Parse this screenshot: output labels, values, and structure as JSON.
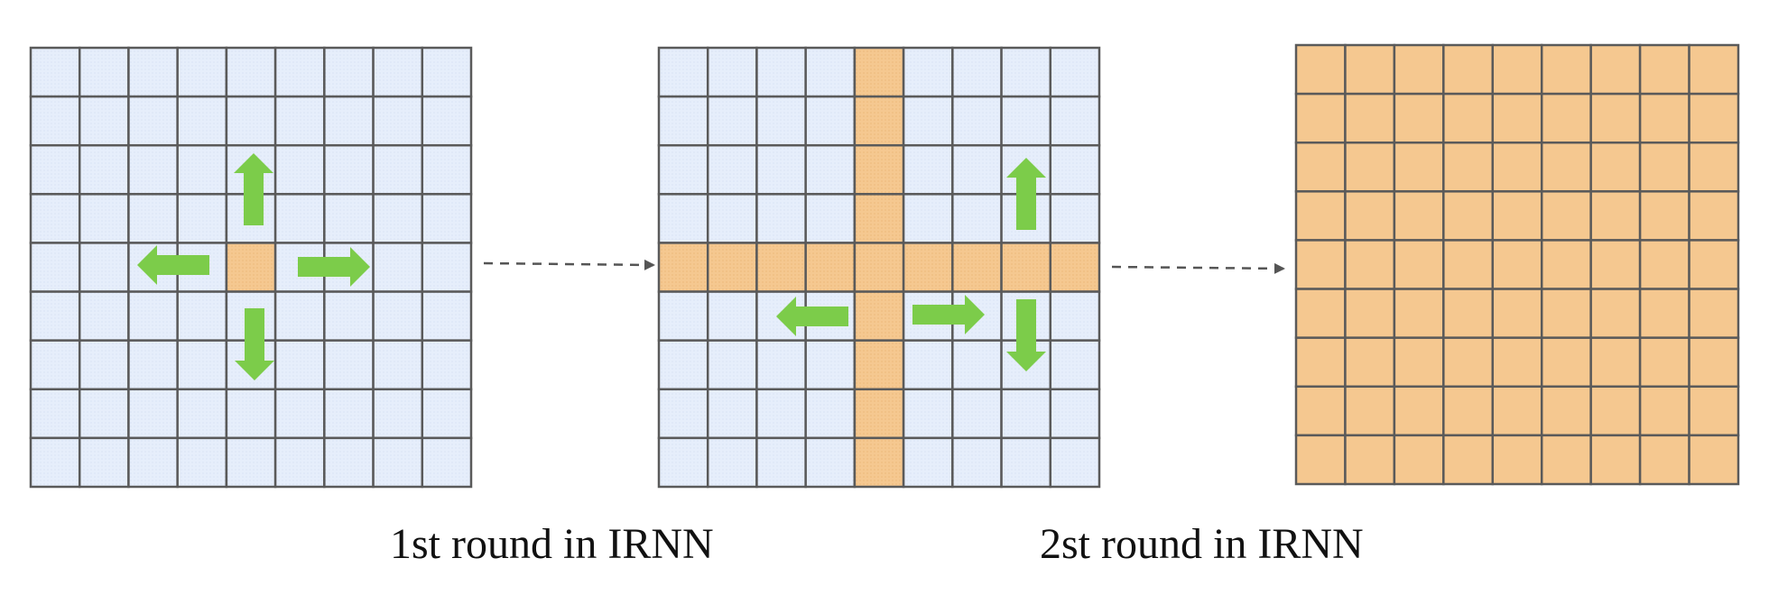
{
  "captions": {
    "round1": "1st round in IRNN",
    "round2": "2st round in IRNN"
  },
  "grid": {
    "rows": 9,
    "cols": 9,
    "colors": {
      "empty": "#e6eefb",
      "active": "#f5c890",
      "line": "#5a5a5a",
      "arrow": "#7ccc4a",
      "connector": "#555555"
    }
  },
  "panels": [
    {
      "id": "panel-1",
      "active": "center"
    },
    {
      "id": "panel-2",
      "active": "cross"
    },
    {
      "id": "panel-3",
      "active": "all"
    }
  ]
}
